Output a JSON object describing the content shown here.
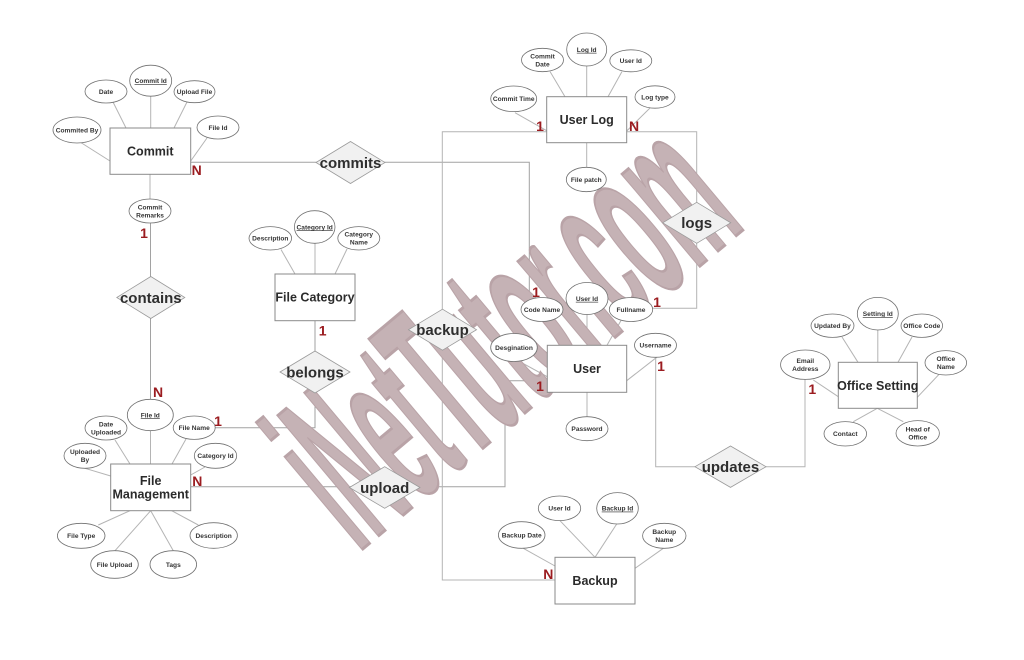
{
  "entities": {
    "commit": {
      "lines": [
        "Commit"
      ]
    },
    "user_log": {
      "lines": [
        "User Log"
      ]
    },
    "file_category": {
      "lines": [
        "File Category"
      ]
    },
    "user": {
      "lines": [
        "User"
      ]
    },
    "office_setting": {
      "lines": [
        "Office Setting"
      ]
    },
    "file_management": {
      "lines": [
        "File",
        "Management"
      ]
    },
    "backup": {
      "lines": [
        "Backup"
      ]
    }
  },
  "attributes": {
    "commit": [
      {
        "lines": [
          "Commit Id"
        ],
        "key": true
      },
      {
        "lines": [
          "Date"
        ]
      },
      {
        "lines": [
          "Upload File"
        ]
      },
      {
        "lines": [
          "Commited By"
        ]
      },
      {
        "lines": [
          "File Id"
        ]
      },
      {
        "lines": [
          "Commit",
          "Remarks"
        ]
      }
    ],
    "user_log": [
      {
        "lines": [
          "Log Id"
        ],
        "key": true
      },
      {
        "lines": [
          "Commit",
          "Date"
        ]
      },
      {
        "lines": [
          "User Id"
        ]
      },
      {
        "lines": [
          "Commit Time"
        ]
      },
      {
        "lines": [
          "Log type"
        ]
      },
      {
        "lines": [
          "File patch"
        ]
      }
    ],
    "file_category": [
      {
        "lines": [
          "Category Id"
        ],
        "key": true
      },
      {
        "lines": [
          "Description"
        ]
      },
      {
        "lines": [
          "Category",
          "Name"
        ]
      }
    ],
    "user": [
      {
        "lines": [
          "User Id"
        ],
        "key": true
      },
      {
        "lines": [
          "Code Name"
        ]
      },
      {
        "lines": [
          "Fullname"
        ]
      },
      {
        "lines": [
          "Desgination"
        ]
      },
      {
        "lines": [
          "Username"
        ]
      },
      {
        "lines": [
          "Password"
        ]
      }
    ],
    "office_setting": [
      {
        "lines": [
          "Setting Id"
        ],
        "key": true
      },
      {
        "lines": [
          "Updated By"
        ]
      },
      {
        "lines": [
          "Office Code"
        ]
      },
      {
        "lines": [
          "Email",
          "Address"
        ]
      },
      {
        "lines": [
          "Office",
          "Name"
        ]
      },
      {
        "lines": [
          "Contact"
        ]
      },
      {
        "lines": [
          "Head of",
          "Office"
        ]
      }
    ],
    "file_management": [
      {
        "lines": [
          "File Id"
        ],
        "key": true
      },
      {
        "lines": [
          "Date",
          "Uploaded"
        ]
      },
      {
        "lines": [
          "File Name"
        ]
      },
      {
        "lines": [
          "Uploaded",
          "By"
        ]
      },
      {
        "lines": [
          "Category Id"
        ]
      },
      {
        "lines": [
          "File Type"
        ]
      },
      {
        "lines": [
          "File Upload"
        ]
      },
      {
        "lines": [
          "Tags"
        ]
      },
      {
        "lines": [
          "Description"
        ]
      }
    ],
    "backup": [
      {
        "lines": [
          "User Id"
        ]
      },
      {
        "lines": [
          "Backup Id"
        ],
        "key": true
      },
      {
        "lines": [
          "Backup Date"
        ]
      },
      {
        "lines": [
          "Backup",
          "Name"
        ]
      }
    ]
  },
  "relationships": {
    "commits": {
      "label": "commits",
      "between": [
        "Commit",
        "User"
      ]
    },
    "contains": {
      "label": "contains",
      "between": [
        "Commit",
        "File Management"
      ]
    },
    "belongs": {
      "label": "belongs",
      "between": [
        "File Category",
        "File Management"
      ]
    },
    "backup": {
      "label": "backup",
      "between": [
        "User Log",
        "Backup"
      ]
    },
    "upload": {
      "label": "upload",
      "between": [
        "File Management",
        "User"
      ]
    },
    "logs": {
      "label": "logs",
      "between": [
        "User Log",
        "User"
      ]
    },
    "updates": {
      "label": "updates",
      "between": [
        "User",
        "Office Setting"
      ]
    }
  },
  "cardinalities": [
    {
      "value": "N",
      "near": "Commit / commits"
    },
    {
      "value": "1",
      "near": "Commit Remarks / contains"
    },
    {
      "value": "N",
      "near": "File Id / contains"
    },
    {
      "value": "1",
      "near": "File Category / belongs"
    },
    {
      "value": "1",
      "near": "File Name / belongs"
    },
    {
      "value": "N",
      "near": "File Management / upload"
    },
    {
      "value": "1",
      "near": "User Log left"
    },
    {
      "value": "N",
      "near": "User Log right"
    },
    {
      "value": "1",
      "near": "Code Name / commits"
    },
    {
      "value": "1",
      "near": "Fullname / logs"
    },
    {
      "value": "1",
      "near": "User / upload"
    },
    {
      "value": "1",
      "near": "Username / updates"
    },
    {
      "value": "1",
      "near": "Email Address / updates"
    },
    {
      "value": "N",
      "near": "Backup / backup"
    }
  ],
  "watermark": {
    "text": "iNetTutor.com"
  },
  "colors": {
    "cardinality": "#9b1c20",
    "watermark": "#c5b2b5",
    "connector": "#b4b4b4",
    "diamond_fill": "#f1f1f1",
    "entity_border": "#8a8a8a"
  }
}
